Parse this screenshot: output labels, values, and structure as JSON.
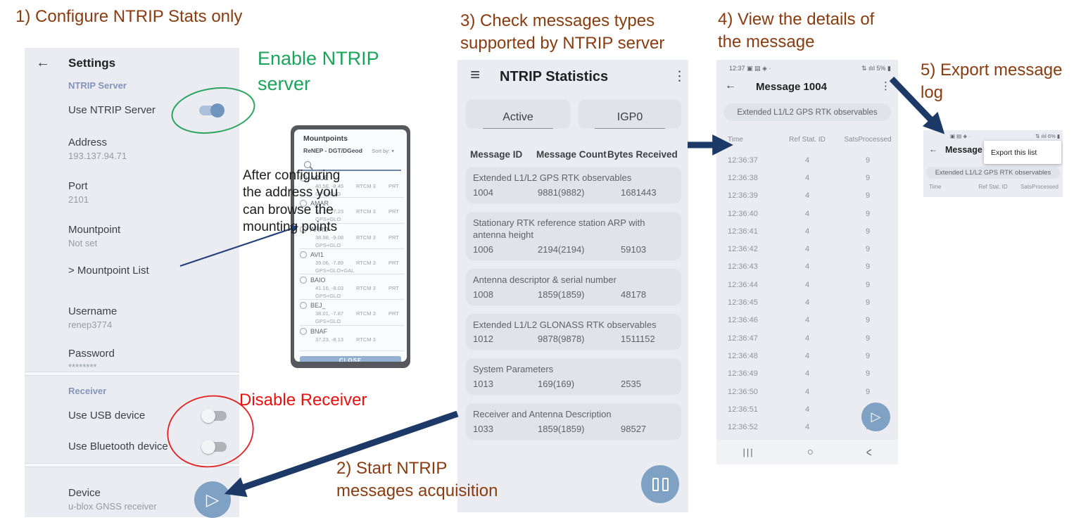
{
  "colors": {
    "accent_blue": "#7fa1c4",
    "panel_bg": "#eaecf2",
    "card_bg": "#e0e3ea",
    "annotation_brown": "#8a3c10",
    "annotation_green": "#1ca35c",
    "annotation_red": "#ea1111",
    "arrow_navy": "#1d3968"
  },
  "annotations": {
    "step1": "1) Configure NTRIP Stats only",
    "enable_ntrip": "Enable NTRIP server",
    "after_config": "After configuring the address you can browse the mounting points",
    "disable_receiver": "Disable Receiver",
    "step2": "2) Start NTRIP messages acquisition",
    "step3": "3) Check messages types supported by NTRIP server",
    "step4": "4) View the details of the message",
    "step5": "5) Export message log"
  },
  "settings": {
    "back_icon": "←",
    "title": "Settings",
    "section1": "NTRIP Server",
    "use_ntrip_label": "Use NTRIP Server",
    "fields": [
      {
        "label": "Address",
        "value": "193.137.94.71"
      },
      {
        "label": "Port",
        "value": "2101"
      },
      {
        "label": "Mountpoint",
        "value": "Not set"
      }
    ],
    "mountpoint_list_link": "> Mountpoint List",
    "fields2": [
      {
        "label": "Username",
        "value": "renep3774"
      },
      {
        "label": "Password",
        "value": "********"
      }
    ],
    "section2": "Receiver",
    "toggles2": [
      "Use USB device",
      "Use Bluetooth device"
    ],
    "device_label": "Device",
    "device_value": "u-blox GNSS receiver",
    "play_icon": "▷"
  },
  "mountpoints": {
    "title": "Mountpoints",
    "network": "ReNEP - DGT/DGeod",
    "sort_by": "Sort by:",
    "sort_caret": "▾",
    "items": [
      {
        "name": "AGUE",
        "coords": "40.58, -8.45",
        "format": "RTCM 3",
        "country": "PRT",
        "systems": "GPS+GLO"
      },
      {
        "name": "AMAR",
        "coords": "38.21, -7.23",
        "format": "RTCM 3",
        "country": "PRT",
        "systems": "GPS+GLO"
      },
      {
        "name": "ARRD",
        "coords": "38.98, -9.08",
        "format": "RTCM 3",
        "country": "PRT",
        "systems": "GPS+GLO"
      },
      {
        "name": "AVI1",
        "coords": "39.06, -7.89",
        "format": "RTCM 3",
        "country": "PRT",
        "systems": "GPS+GLO+GAL"
      },
      {
        "name": "BAIO",
        "coords": "41.16, -8.03",
        "format": "RTCM 3",
        "country": "PRT",
        "systems": "GPS+GLO"
      },
      {
        "name": "BEJ_",
        "coords": "38.01, -7.87",
        "format": "RTCM 3",
        "country": "PRT",
        "systems": "GPS+GLO"
      },
      {
        "name": "BNAF",
        "coords": "37.23, -8.13",
        "format": "RTCM 3",
        "country": "",
        "systems": ""
      }
    ],
    "close_label": "CLOSE"
  },
  "stats": {
    "menu_icon": "≡",
    "title": "NTRIP Statistics",
    "kebab_icon": "⋮",
    "filter1": "Active",
    "filter2": "IGP0",
    "col1": "Message ID",
    "col2": "Message Count",
    "col3": "Bytes Received",
    "messages": [
      {
        "desc": "Extended L1/L2 GPS RTK observables",
        "id": "1004",
        "count": "9881(9882)",
        "bytes": "1681443"
      },
      {
        "desc": "Stationary RTK reference station ARP with antenna height",
        "id": "1006",
        "count": "2194(2194)",
        "bytes": "59103"
      },
      {
        "desc": "Antenna descriptor & serial number",
        "id": "1008",
        "count": "1859(1859)",
        "bytes": "48178"
      },
      {
        "desc": "Extended L1/L2 GLONASS RTK observables",
        "id": "1012",
        "count": "9878(9878)",
        "bytes": "1511152"
      },
      {
        "desc": "System Parameters",
        "id": "1013",
        "count": "169(169)",
        "bytes": "2535"
      },
      {
        "desc": "Receiver and Antenna Description",
        "id": "1033",
        "count": "1859(1859)",
        "bytes": "98527"
      }
    ]
  },
  "message_detail": {
    "status_left": "12:37 ▣ ▤ ◈ ·",
    "status_right": "⇅ ılıl 5% ▮",
    "back_icon": "←",
    "title": "Message 1004",
    "kebab_icon": "⋮",
    "chip": "Extended L1/L2 GPS RTK observables",
    "col_time": "Time",
    "col_ref": "Ref Stat. ID",
    "col_sats": "SatsProcessed",
    "rows": [
      {
        "time": "12:36:37",
        "ref": "4",
        "sats": "9"
      },
      {
        "time": "12:36:38",
        "ref": "4",
        "sats": "9"
      },
      {
        "time": "12:36:39",
        "ref": "4",
        "sats": "9"
      },
      {
        "time": "12:36:40",
        "ref": "4",
        "sats": "9"
      },
      {
        "time": "12:36:41",
        "ref": "4",
        "sats": "9"
      },
      {
        "time": "12:36:42",
        "ref": "4",
        "sats": "9"
      },
      {
        "time": "12:36:43",
        "ref": "4",
        "sats": "9"
      },
      {
        "time": "12:36:44",
        "ref": "4",
        "sats": "9"
      },
      {
        "time": "12:36:45",
        "ref": "4",
        "sats": "9"
      },
      {
        "time": "12:36:46",
        "ref": "4",
        "sats": "9"
      },
      {
        "time": "12:36:47",
        "ref": "4",
        "sats": "9"
      },
      {
        "time": "12:36:48",
        "ref": "4",
        "sats": "9"
      },
      {
        "time": "12:36:49",
        "ref": "4",
        "sats": "9"
      },
      {
        "time": "12:36:50",
        "ref": "4",
        "sats": "9"
      },
      {
        "time": "12:36:51",
        "ref": "4",
        "sats": "9"
      },
      {
        "time": "12:36:52",
        "ref": "4",
        "sats": "9"
      }
    ],
    "play_icon": "▷",
    "nav_recents": "|||",
    "nav_home": "○",
    "nav_back": "<"
  },
  "export_panel": {
    "status_left": "▣ ▤ ◈ ·",
    "status_right": "⇅ ılıl 6% ▮",
    "back_icon": "←",
    "title": "Message",
    "menu_item": "Export this list",
    "chip": "Extended L1/L2 GPS RTK observables",
    "col_time": "Time",
    "col_ref": "Ref Stat. ID",
    "col_sats": "SatsProcessed"
  }
}
